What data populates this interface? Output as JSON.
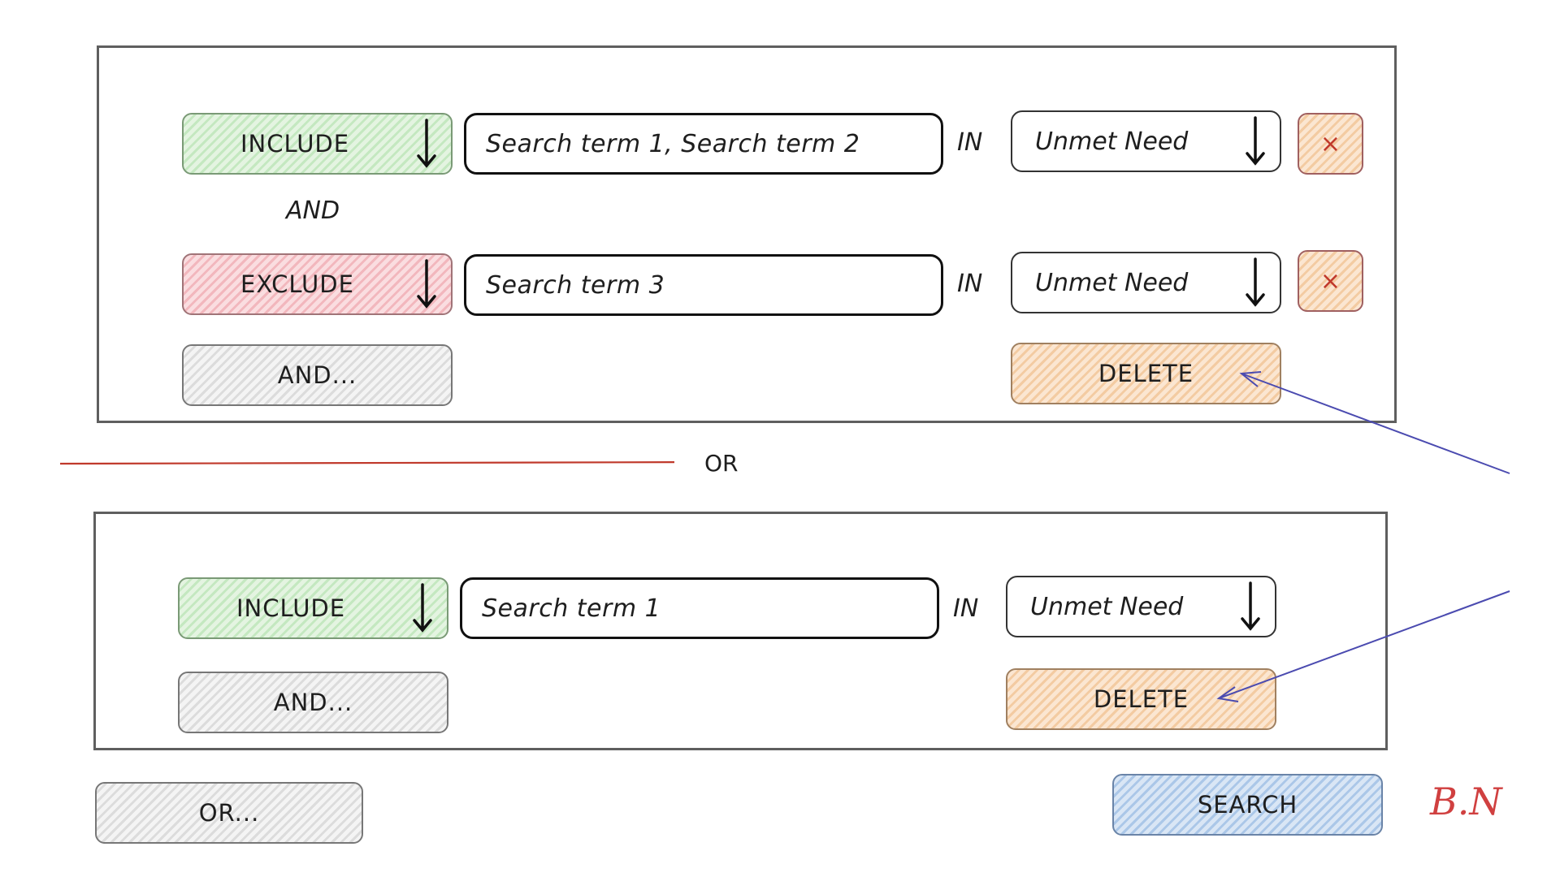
{
  "group1": {
    "rows": [
      {
        "mode": "INCLUDE",
        "terms": "Search term 1, Search term 2",
        "in": "IN",
        "field": "Unmet Need",
        "remove": "×"
      },
      {
        "mode": "EXCLUDE",
        "terms": "Search term 3",
        "in": "IN",
        "field": "Unmet Need",
        "remove": "×"
      }
    ],
    "connector": "AND",
    "and_button": "AND...",
    "delete_button": "DELETE"
  },
  "or_separator": "OR",
  "group2": {
    "rows": [
      {
        "mode": "INCLUDE",
        "terms": "Search term 1",
        "in": "IN",
        "field": "Unmet Need"
      }
    ],
    "and_button": "AND...",
    "delete_button": "DELETE"
  },
  "footer": {
    "or_button": "OR...",
    "search_button": "SEARCH"
  },
  "signature": "B.N",
  "colors": {
    "include": "#d8f0d4",
    "exclude": "#f7cfd3",
    "neutral": "#eeeeee",
    "delete": "#f8dcc0",
    "search": "#c6d9ef",
    "red_arrow": "#c0392b",
    "blue_arrow": "#4b4bb0"
  },
  "icons": {
    "dropdown": "arrow-down-icon",
    "remove": "close-icon"
  }
}
